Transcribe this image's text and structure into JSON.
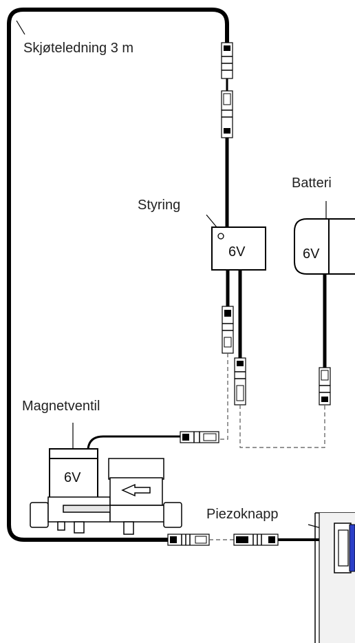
{
  "labels": {
    "extension_cable": "Skjøteledning 3 m",
    "controller": "Styring",
    "battery": "Batteri",
    "solenoid_valve": "Magnetventil",
    "piezo_button": "Piezoknapp"
  },
  "voltage": {
    "controller": "6V",
    "battery": "6V",
    "solenoid_valve": "6V"
  },
  "colors": {
    "line": "#000000",
    "dashed_connection": "#555555",
    "piezo_button_accent": "#2b3fc7",
    "wall_fill": "#f2f2f2"
  }
}
